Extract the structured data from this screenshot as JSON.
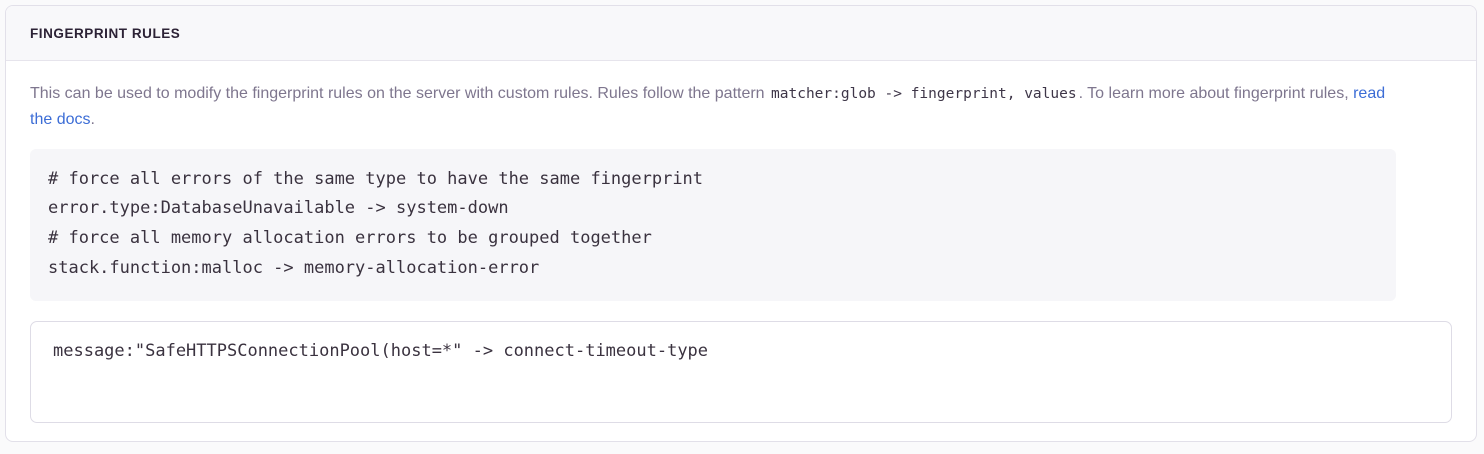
{
  "panel": {
    "title": "FINGERPRINT RULES"
  },
  "description": {
    "part1": "This can be used to modify the fingerprint rules on the server with custom rules. Rules follow the pattern ",
    "inline_code": "matcher:glob -> fingerprint, values",
    "part2": ". To learn more about fingerprint rules, ",
    "link_text": "read the docs",
    "part3": "."
  },
  "example_code": {
    "lines": [
      "# force all errors of the same type to have the same fingerprint",
      "error.type:DatabaseUnavailable -> system-down",
      "# force all memory allocation errors to be grouped together",
      "stack.function:malloc -> memory-allocation-error"
    ]
  },
  "editor": {
    "value": "message:\"SafeHTTPSConnectionPool(host=*\" -> connect-timeout-type",
    "placeholder": ""
  },
  "colors": {
    "panel_border": "#E2E0E9",
    "header_bg": "#F8F8FA",
    "title_text": "#2C2235",
    "body_text": "#7E768E",
    "link": "#3C6DD6",
    "code_bg": "#F6F6F9",
    "code_text": "#3A323F",
    "input_border": "#DEDCE6"
  }
}
